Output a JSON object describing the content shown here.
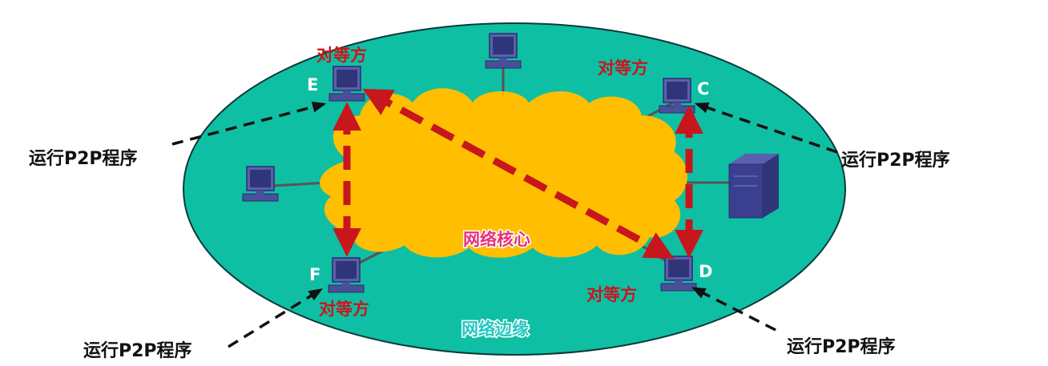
{
  "labels": {
    "network_edge": "网络边缘",
    "network_core": "网络核心",
    "peer": "对等方",
    "run_p2p": "运行P2P程序"
  },
  "nodes": {
    "C": "C",
    "D": "D",
    "E": "E",
    "F": "F"
  },
  "colors": {
    "edge_fill": "#0fbfa3",
    "core_fill": "#ffbf00",
    "peer_arrow": "#c8161d",
    "peer_text": "#c8161d",
    "host": "#3a3f8f"
  }
}
